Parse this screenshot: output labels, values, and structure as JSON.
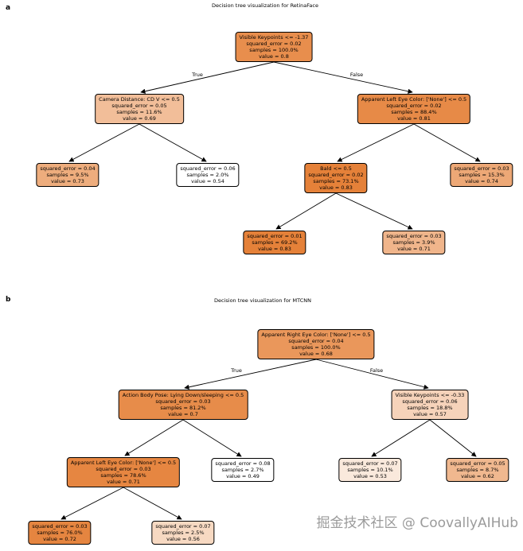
{
  "watermark": "掘金技术社区 @ CoovallyAIHub",
  "panel_a": {
    "label": "a",
    "title": "Decision tree visualization for RetinaFace",
    "edge_labels": {
      "true": "True",
      "false": "False"
    },
    "nodes": {
      "root": {
        "condition": "Visible Keypoints <= -1.37",
        "squared_error": "squared_error = 0.02",
        "samples": "samples = 100.0%",
        "value": "value = 0.8",
        "color": "#e88e4d"
      },
      "camera_distance": {
        "condition": "Camera Distance: CD V <= 0.5",
        "squared_error": "squared_error = 0.05",
        "samples": "samples = 11.6%",
        "value": "value = 0.69",
        "color": "#f2be99"
      },
      "apparent_left_eye_color": {
        "condition": "Apparent Left Eye Color: ['None'] <= 0.5",
        "squared_error": "squared_error = 0.02",
        "samples": "samples = 88.4%",
        "value": "value = 0.81",
        "color": "#e78a47"
      },
      "leaf_1": {
        "squared_error": "squared_error = 0.04",
        "samples": "samples = 9.5%",
        "value": "value = 0.73",
        "color": "#eead7d"
      },
      "leaf_2": {
        "squared_error": "squared_error = 0.06",
        "samples": "samples = 2.0%",
        "value": "value = 0.54",
        "color": "#ffffff"
      },
      "bald": {
        "condition": "Bald <= 0.5",
        "squared_error": "squared_error = 0.02",
        "samples": "samples = 73.1%",
        "value": "value = 0.83",
        "color": "#e58139"
      },
      "leaf_3": {
        "squared_error": "squared_error = 0.03",
        "samples": "samples = 15.3%",
        "value": "value = 0.74",
        "color": "#eda876"
      },
      "leaf_4": {
        "squared_error": "squared_error = 0.01",
        "samples": "samples = 69.2%",
        "value": "value = 0.83",
        "color": "#e58139"
      },
      "leaf_5": {
        "squared_error": "squared_error = 0.03",
        "samples": "samples = 3.9%",
        "value": "value = 0.71",
        "color": "#f0b58b"
      }
    }
  },
  "panel_b": {
    "label": "b",
    "title": "Decision tree visualization for MTCNN",
    "edge_labels": {
      "true": "True",
      "false": "False"
    },
    "nodes": {
      "root": {
        "condition": "Apparent Right Eye Color: ['None'] <= 0.5",
        "squared_error": "squared_error = 0.04",
        "samples": "samples = 100.0%",
        "value": "value = 0.68",
        "color": "#ea975b"
      },
      "action_body_pose": {
        "condition": "Action Body Pose: Lying Down/sleeping <= 0.5",
        "squared_error": "squared_error = 0.03",
        "samples": "samples = 81.2%",
        "value": "value = 0.7",
        "color": "#e78c4a"
      },
      "visible_keypoints": {
        "condition": "Visible Keypoints <= -0.33",
        "squared_error": "squared_error = 0.06",
        "samples": "samples = 18.8%",
        "value": "value = 0.57",
        "color": "#f6d3ba"
      },
      "apparent_left_eye_color": {
        "condition": "Apparent Left Eye Color: ['None'] <= 0.5",
        "squared_error": "squared_error = 0.03",
        "samples": "samples = 78.6%",
        "value": "value = 0.71",
        "color": "#e68641"
      },
      "leaf_1": {
        "squared_error": "squared_error = 0.08",
        "samples": "samples = 2.7%",
        "value": "value = 0.49",
        "color": "#ffffff"
      },
      "leaf_2": {
        "squared_error": "squared_error = 0.07",
        "samples": "samples = 10.1%",
        "value": "value = 0.53",
        "color": "#fae9dc"
      },
      "leaf_3": {
        "squared_error": "squared_error = 0.05",
        "samples": "samples = 8.7%",
        "value": "value = 0.62",
        "color": "#f0b88f"
      },
      "leaf_4": {
        "squared_error": "squared_error = 0.03",
        "samples": "samples = 76.0%",
        "value": "value = 0.72",
        "color": "#e58540"
      },
      "leaf_5": {
        "squared_error": "squared_error = 0.07",
        "samples": "samples = 2.5%",
        "value": "value = 0.56",
        "color": "#f7d9c2"
      }
    }
  }
}
